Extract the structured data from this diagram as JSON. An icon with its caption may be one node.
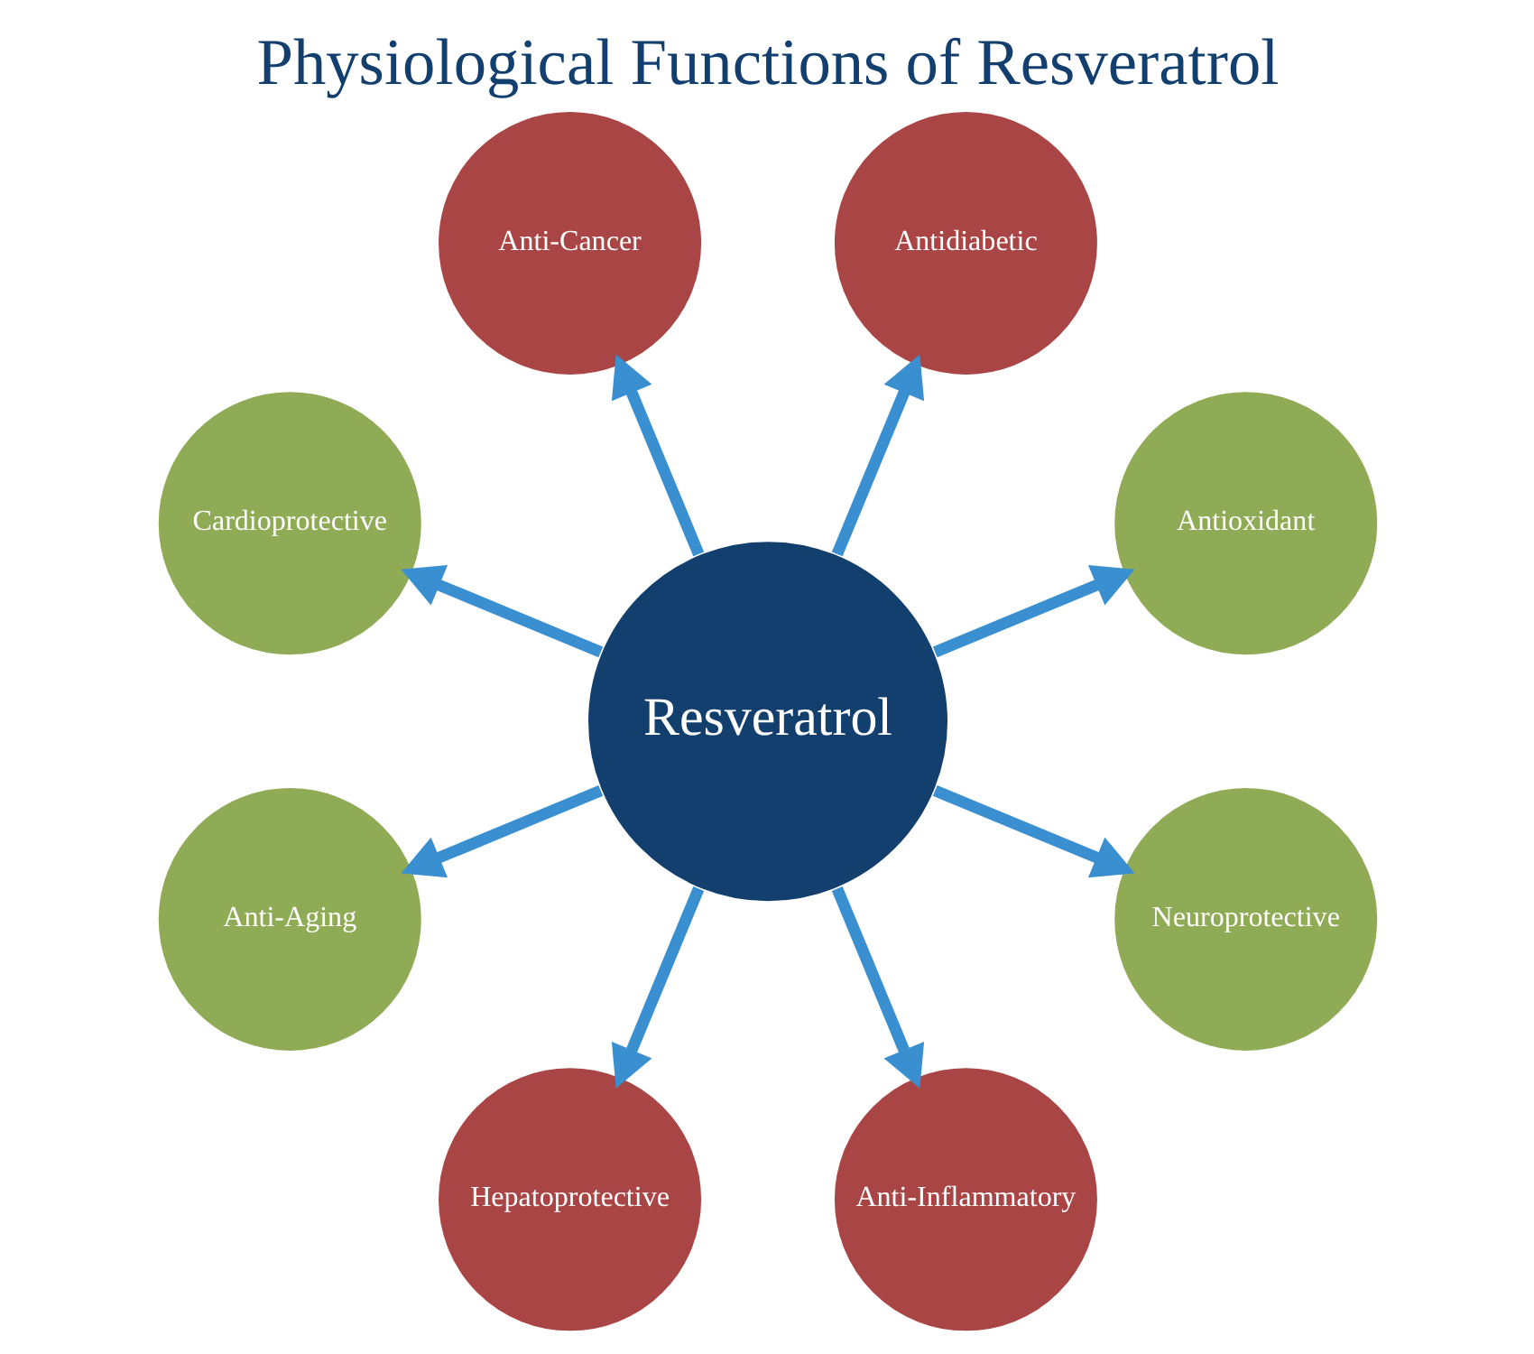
{
  "diagram": {
    "title": "Physiological Functions of Resveratrol",
    "nodes": [
      {
        "text": [
          "Resveratrol"
        ]
      },
      {
        "text": [
          "Antioxidant"
        ]
      },
      {
        "text": [
          "Antidiabetic"
        ]
      },
      {
        "text": [
          "Anti-Cancer"
        ]
      },
      {
        "text": [
          "Cardioprotective"
        ]
      },
      {
        "text": [
          "Anti-Aging"
        ]
      },
      {
        "text": [
          "Hepatoprotective"
        ]
      },
      {
        "text": [
          "Anti-Inflammatory"
        ]
      },
      {
        "text": [
          "Neuroprotective"
        ]
      }
    ],
    "edges": [
      {
        "from": 0,
        "to": 1,
        "arrow": "to"
      },
      {
        "from": 0,
        "to": 3,
        "arrow": "to"
      },
      {
        "from": 0,
        "to": 5,
        "arrow": "to"
      },
      {
        "from": 0,
        "to": 7,
        "arrow": "to"
      },
      {
        "from": 0,
        "to": 8,
        "arrow": "to"
      },
      {
        "from": 0,
        "to": 6,
        "arrow": "to"
      },
      {
        "from": 0,
        "to": 4,
        "arrow": "to"
      },
      {
        "from": 0,
        "to": 2,
        "arrow": "to"
      }
    ]
  }
}
